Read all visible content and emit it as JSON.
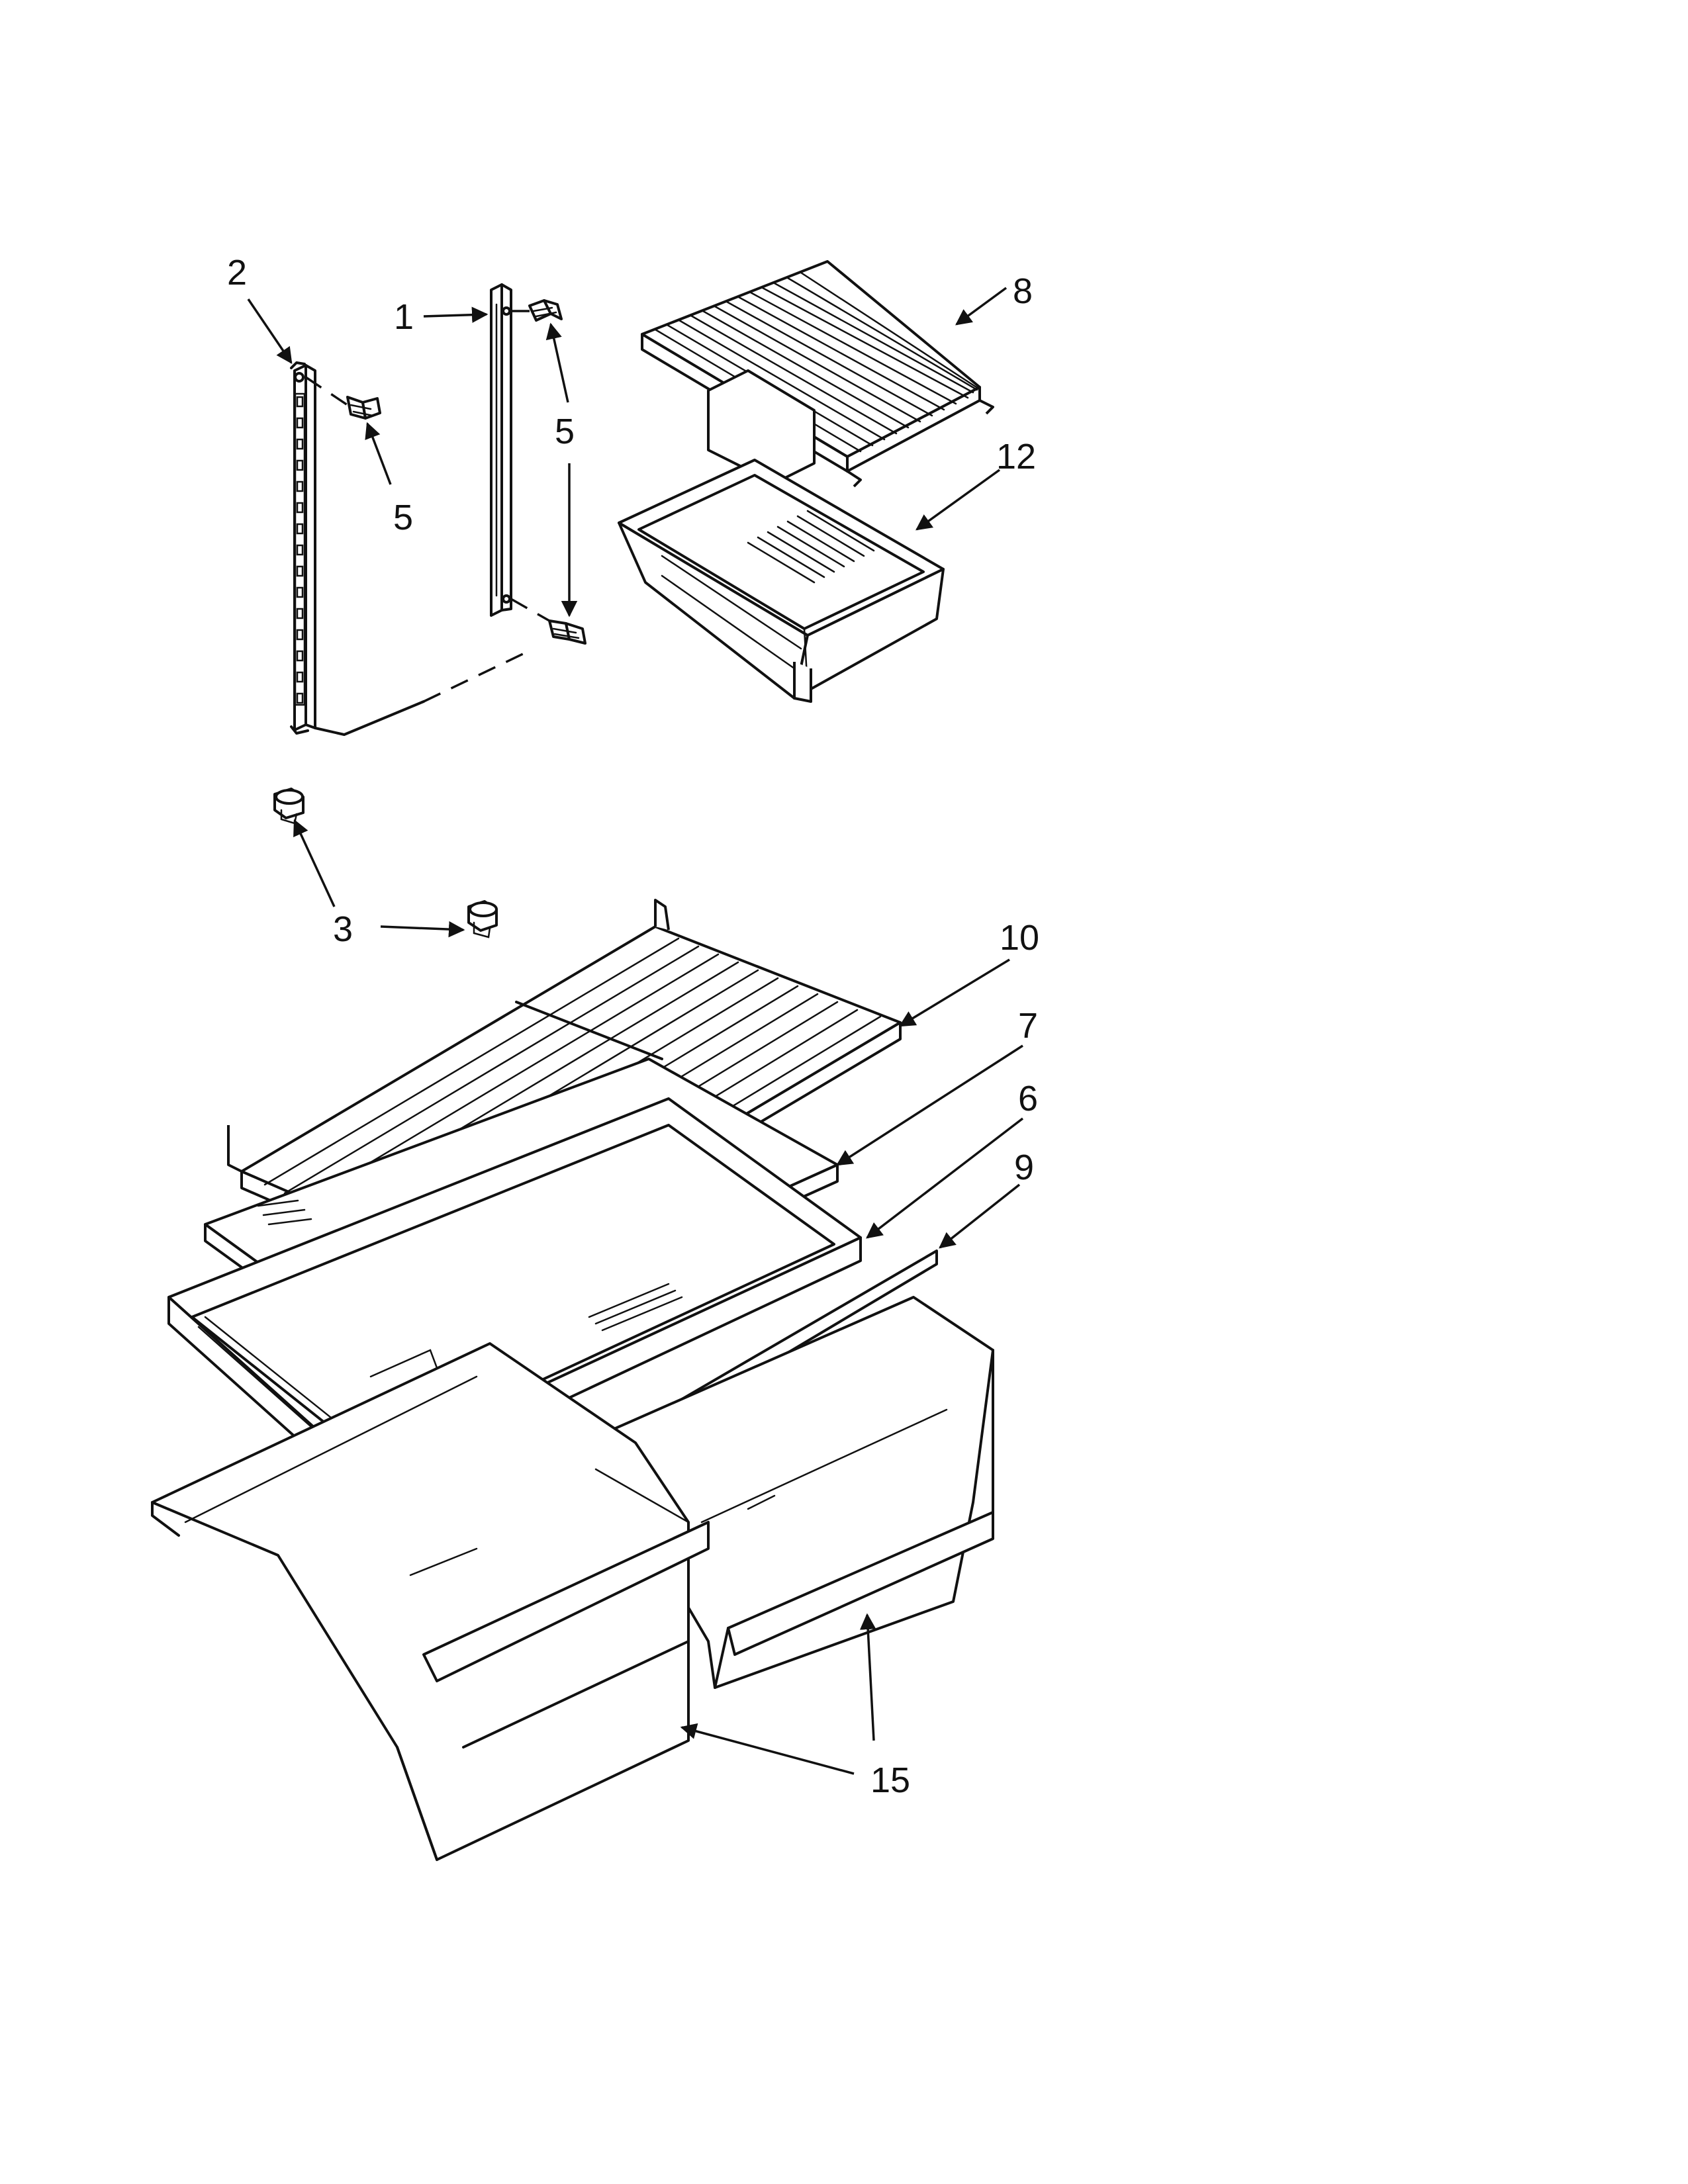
{
  "callouts": [
    {
      "id": "part-1",
      "label": "1"
    },
    {
      "id": "part-2",
      "label": "2"
    },
    {
      "id": "part-3",
      "label": "3"
    },
    {
      "id": "part-5a",
      "label": "5"
    },
    {
      "id": "part-5b",
      "label": "5"
    },
    {
      "id": "part-6",
      "label": "6"
    },
    {
      "id": "part-7",
      "label": "7"
    },
    {
      "id": "part-8",
      "label": "8"
    },
    {
      "id": "part-9",
      "label": "9"
    },
    {
      "id": "part-10",
      "label": "10"
    },
    {
      "id": "part-12",
      "label": "12"
    },
    {
      "id": "part-15",
      "label": "15"
    }
  ]
}
